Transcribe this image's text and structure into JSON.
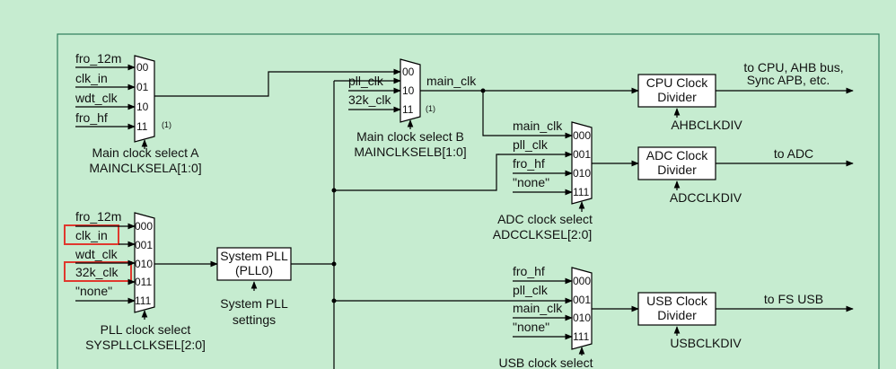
{
  "mux_a": {
    "inputs": [
      "fro_12m",
      "clk_in",
      "wdt_clk",
      "fro_hf"
    ],
    "sels": [
      "00",
      "01",
      "10",
      "11"
    ],
    "note": "(1)",
    "caption": "Main clock select A",
    "register": "MAINCLKSELA[1:0]"
  },
  "mux_b": {
    "inputs": [
      "pll_clk",
      "32k_clk"
    ],
    "sels": [
      "00",
      "10",
      "11"
    ],
    "note": "(1)",
    "caption": "Main clock select B",
    "register": "MAINCLKSELB[1:0]"
  },
  "main_clk_label": "main_clk",
  "cpu": {
    "box_lines": [
      "CPU Clock",
      "Divider"
    ],
    "out_lines": [
      "to CPU, AHB bus,",
      "Sync APB, etc."
    ],
    "ctrl": "AHBCLKDIV"
  },
  "adc_mux": {
    "inputs": [
      "main_clk",
      "pll_clk",
      "fro_hf",
      "\"none\""
    ],
    "sels": [
      "000",
      "001",
      "010",
      "111"
    ],
    "caption": "ADC clock select",
    "register": "ADCCLKSEL[2:0]"
  },
  "adc": {
    "box_lines": [
      "ADC Clock",
      "Divider"
    ],
    "out": "to ADC",
    "ctrl": "ADCCLKDIV"
  },
  "pll_mux": {
    "inputs": [
      "fro_12m",
      "clk_in",
      "wdt_clk",
      "32k_clk",
      "\"none\""
    ],
    "sels": [
      "000",
      "001",
      "010",
      "011",
      "111"
    ],
    "highlighted": [
      "clk_in",
      "32k_clk"
    ],
    "caption": "PLL clock select",
    "register": "SYSPLLCLKSEL[2:0]"
  },
  "pll": {
    "box_lines": [
      "System PLL",
      "(PLL0)"
    ],
    "settings_lines": [
      "System PLL",
      "settings"
    ]
  },
  "usb_mux": {
    "inputs": [
      "fro_hf",
      "pll_clk",
      "main_clk",
      "\"none\""
    ],
    "sels": [
      "000",
      "001",
      "010",
      "111"
    ],
    "caption": "USB clock select"
  },
  "usb": {
    "box_lines": [
      "USB Clock",
      "Divider"
    ],
    "out": "to FS USB",
    "ctrl": "USBCLKDIV"
  },
  "colors": {
    "background": "#c6ecd0",
    "frame": "#2e7d5b",
    "highlight": "#e0382e"
  }
}
